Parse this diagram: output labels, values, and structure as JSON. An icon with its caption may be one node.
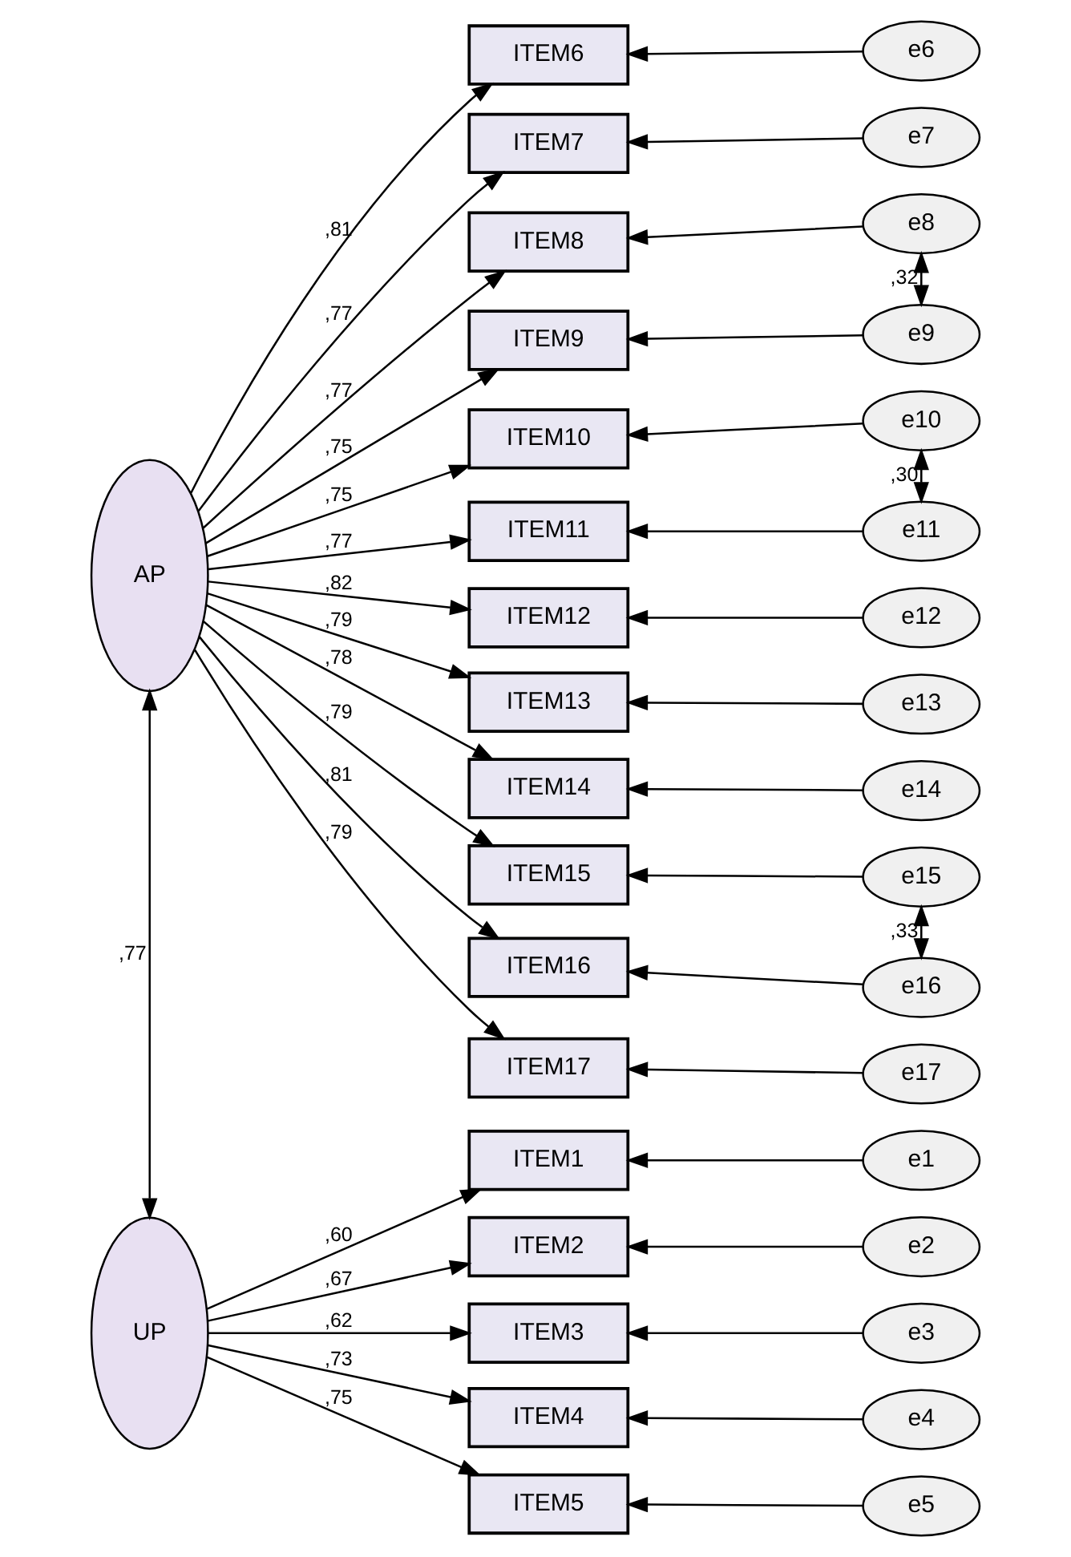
{
  "diagram": {
    "nodes": [
      {
        "text": [
          "AP"
        ]
      },
      {
        "text": [
          "UP"
        ]
      },
      {
        "text": [
          "ITEM6"
        ]
      },
      {
        "text": [
          "ITEM7"
        ]
      },
      {
        "text": [
          "ITEM8"
        ]
      },
      {
        "text": [
          "ITEM9"
        ]
      },
      {
        "text": [
          "ITEM10"
        ]
      },
      {
        "text": [
          "ITEM11"
        ]
      },
      {
        "text": [
          "ITEM12"
        ]
      },
      {
        "text": [
          "ITEM13"
        ]
      },
      {
        "text": [
          "ITEM14"
        ]
      },
      {
        "text": [
          "ITEM15"
        ]
      },
      {
        "text": [
          "ITEM16"
        ]
      },
      {
        "text": [
          "ITEM17"
        ]
      },
      {
        "text": [
          "ITEM1"
        ]
      },
      {
        "text": [
          "ITEM2"
        ]
      },
      {
        "text": [
          "ITEM3"
        ]
      },
      {
        "text": [
          "ITEM4"
        ]
      },
      {
        "text": [
          "ITEM5"
        ]
      },
      {
        "text": [
          "e6"
        ]
      },
      {
        "text": [
          "e7"
        ]
      },
      {
        "text": [
          "e8"
        ]
      },
      {
        "text": [
          "e9"
        ]
      },
      {
        "text": [
          "e10"
        ]
      },
      {
        "text": [
          "e11"
        ]
      },
      {
        "text": [
          "e12"
        ]
      },
      {
        "text": [
          "e13"
        ]
      },
      {
        "text": [
          "e14"
        ]
      },
      {
        "text": [
          "e15"
        ]
      },
      {
        "text": [
          "e16"
        ]
      },
      {
        "text": [
          "e17"
        ]
      },
      {
        "text": [
          "e1"
        ]
      },
      {
        "text": [
          "e2"
        ]
      },
      {
        "text": [
          "e3"
        ]
      },
      {
        "text": [
          "e4"
        ]
      },
      {
        "text": [
          "e5"
        ]
      }
    ],
    "edges": [
      {
        "from": 0,
        "to": 2,
        "arrow": "to",
        "label": ",81"
      },
      {
        "from": 0,
        "to": 3,
        "arrow": "to",
        "label": ",77"
      },
      {
        "from": 0,
        "to": 4,
        "arrow": "to",
        "label": ",77"
      },
      {
        "from": 0,
        "to": 5,
        "arrow": "to",
        "label": ",75"
      },
      {
        "from": 0,
        "to": 6,
        "arrow": "to",
        "label": ",75"
      },
      {
        "from": 0,
        "to": 7,
        "arrow": "to",
        "label": ",77"
      },
      {
        "from": 0,
        "to": 8,
        "arrow": "to",
        "label": ",82"
      },
      {
        "from": 0,
        "to": 9,
        "arrow": "to",
        "label": ",79"
      },
      {
        "from": 0,
        "to": 10,
        "arrow": "to",
        "label": ",78"
      },
      {
        "from": 0,
        "to": 11,
        "arrow": "to",
        "label": ",79"
      },
      {
        "from": 0,
        "to": 12,
        "arrow": "to",
        "label": ",81"
      },
      {
        "from": 0,
        "to": 13,
        "arrow": "to",
        "label": ",79"
      },
      {
        "from": 1,
        "to": 14,
        "arrow": "to",
        "label": ",60"
      },
      {
        "from": 1,
        "to": 15,
        "arrow": "to",
        "label": ",67"
      },
      {
        "from": 1,
        "to": 16,
        "arrow": "to",
        "label": ",62"
      },
      {
        "from": 1,
        "to": 17,
        "arrow": "to",
        "label": ",73"
      },
      {
        "from": 1,
        "to": 18,
        "arrow": "to",
        "label": ",75"
      },
      {
        "from": 0,
        "to": 1,
        "arrow": "both",
        "label": ",77"
      },
      {
        "from": 19,
        "to": 2,
        "arrow": "to"
      },
      {
        "from": 20,
        "to": 3,
        "arrow": "to"
      },
      {
        "from": 21,
        "to": 4,
        "arrow": "to"
      },
      {
        "from": 22,
        "to": 5,
        "arrow": "to"
      },
      {
        "from": 23,
        "to": 6,
        "arrow": "to"
      },
      {
        "from": 24,
        "to": 7,
        "arrow": "to"
      },
      {
        "from": 25,
        "to": 8,
        "arrow": "to"
      },
      {
        "from": 26,
        "to": 9,
        "arrow": "to"
      },
      {
        "from": 27,
        "to": 10,
        "arrow": "to"
      },
      {
        "from": 28,
        "to": 11,
        "arrow": "to"
      },
      {
        "from": 29,
        "to": 12,
        "arrow": "to"
      },
      {
        "from": 30,
        "to": 13,
        "arrow": "to"
      },
      {
        "from": 31,
        "to": 14,
        "arrow": "to"
      },
      {
        "from": 32,
        "to": 15,
        "arrow": "to"
      },
      {
        "from": 33,
        "to": 16,
        "arrow": "to"
      },
      {
        "from": 34,
        "to": 17,
        "arrow": "to"
      },
      {
        "from": 35,
        "to": 18,
        "arrow": "to"
      },
      {
        "from": 21,
        "to": 22,
        "arrow": "both",
        "label": ",32"
      },
      {
        "from": 23,
        "to": 24,
        "arrow": "both",
        "label": ",30"
      },
      {
        "from": 28,
        "to": 29,
        "arrow": "both",
        "label": ",33"
      }
    ]
  }
}
